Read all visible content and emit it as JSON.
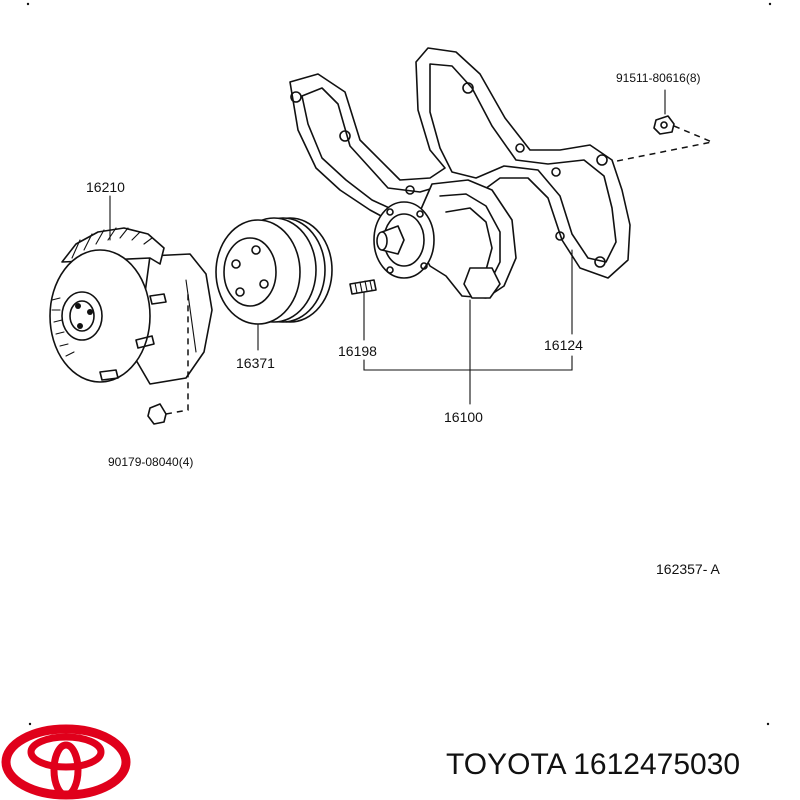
{
  "diagram": {
    "part_labels": {
      "fan_clutch": "16210",
      "pulley": "16371",
      "stud": "16198",
      "gasket": "16124",
      "water_pump": "16100",
      "bolt_top": "91511-80616(8)",
      "nut_bottom": "90179-08040(4)"
    },
    "figure_code": "162357- A"
  },
  "footer": {
    "brand_logo": "toyota-logo",
    "title": "TOYOTA 1612475030"
  },
  "colors": {
    "line": "#111111",
    "logo_red": "#e0001b",
    "background": "#ffffff"
  }
}
